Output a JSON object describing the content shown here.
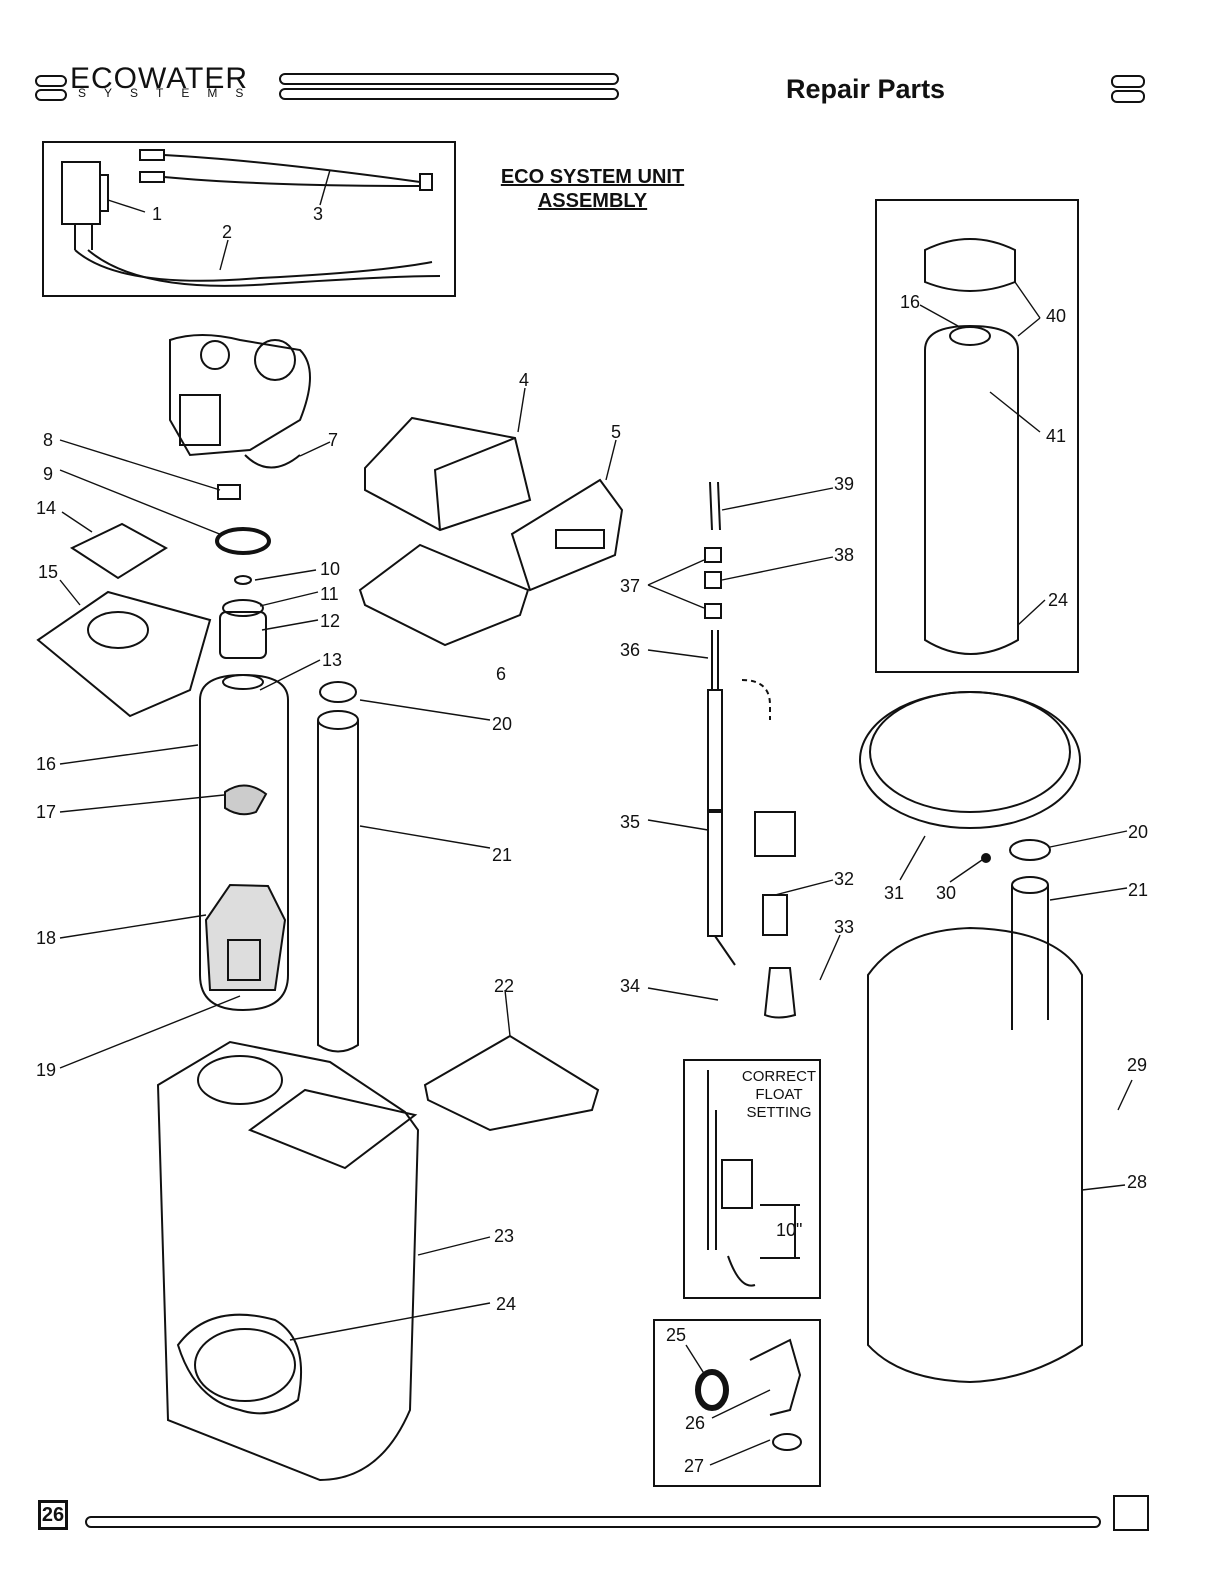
{
  "header": {
    "brand_name": "ECOWATER",
    "brand_sub": "SYSTEMS",
    "title": "Repair Parts"
  },
  "diagram": {
    "title_line1": "ECO SYSTEM UNIT",
    "title_line2": "ASSEMBLY",
    "float_note": "CORRECT FLOAT SETTING",
    "float_dimension": "10\"",
    "callouts": [
      "1",
      "2",
      "3",
      "4",
      "5",
      "6",
      "7",
      "8",
      "9",
      "10",
      "11",
      "12",
      "13",
      "14",
      "15",
      "16",
      "17",
      "18",
      "19",
      "20",
      "21",
      "22",
      "23",
      "24",
      "25",
      "26",
      "27",
      "28",
      "29",
      "30",
      "31",
      "32",
      "33",
      "34",
      "35",
      "36",
      "37",
      "38",
      "39",
      "40",
      "41"
    ]
  },
  "footer": {
    "page_number": "26"
  }
}
